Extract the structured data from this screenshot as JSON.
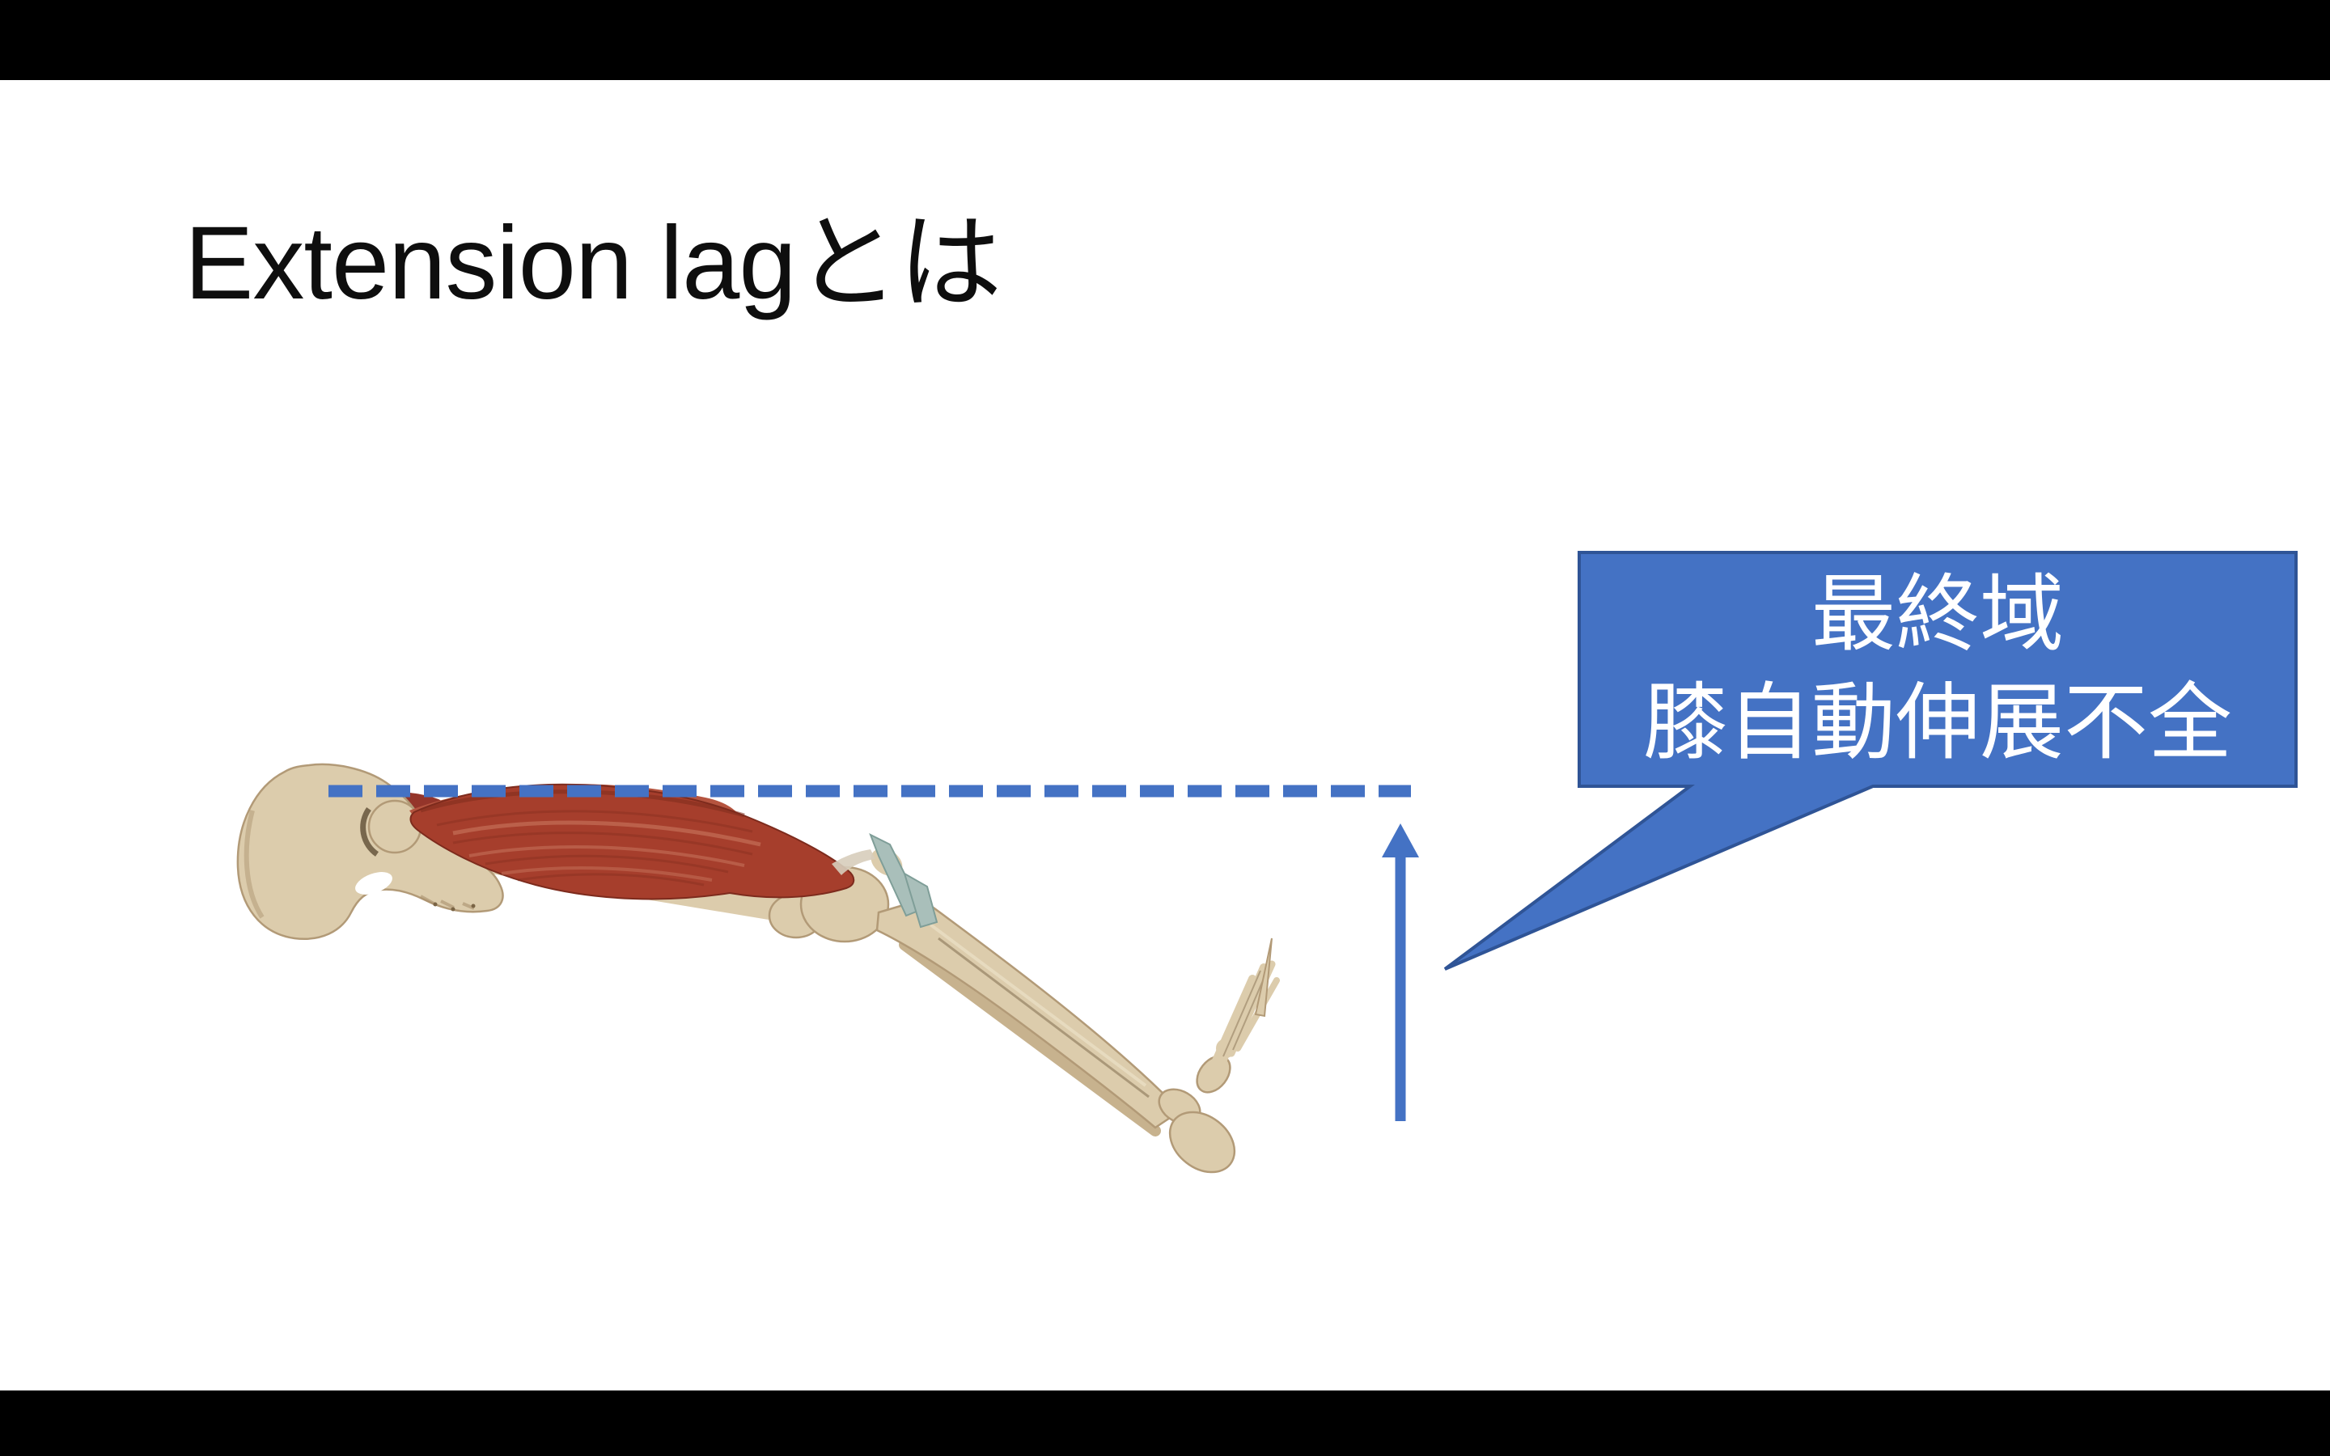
{
  "slide": {
    "title": "Extension lagとは",
    "callout": {
      "line1": "最終域",
      "line2": "膝自動伸展不全"
    }
  },
  "graphics": {
    "dashed_line": "horizontal-dashed-reference-line",
    "arrow": "up-arrow",
    "figure": "knee-extension-lag-anatomy-figure",
    "bubble": "speech-bubble-callout"
  },
  "colors": {
    "accent_blue": "#4472C4",
    "accent_blue_dark": "#2F5496",
    "callout_text": "#FFFFFF",
    "title_text": "#0E0E0E",
    "slide_background": "#FFFFFF",
    "letterbox": "#000000",
    "bone": "#DCCCAC",
    "muscle_red": "#A63E2C"
  }
}
